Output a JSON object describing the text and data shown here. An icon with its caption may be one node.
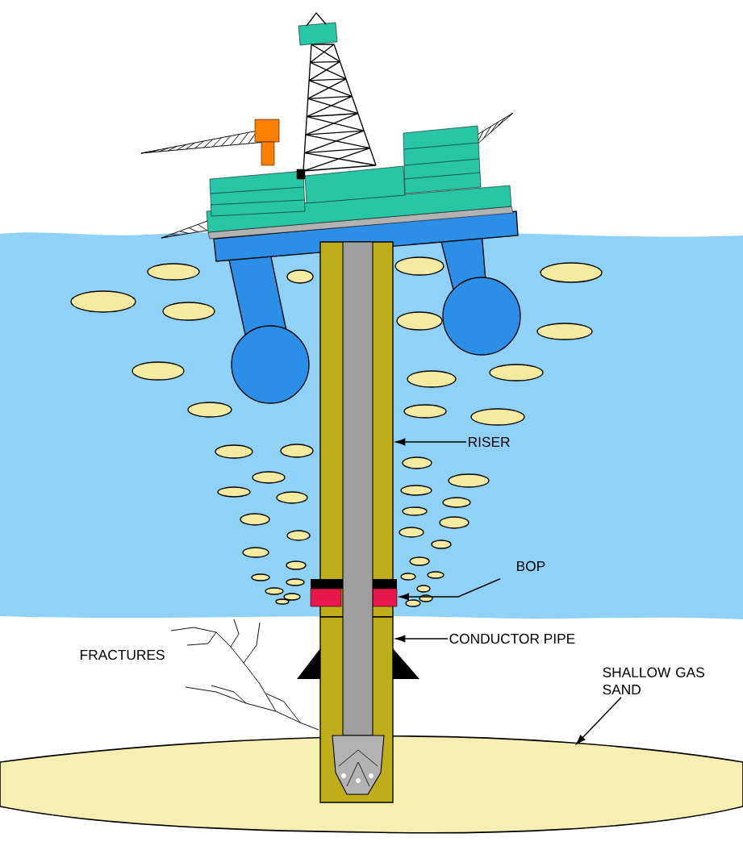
{
  "diagram": {
    "nodes": [
      {
        "text": [
          "RISER"
        ]
      },
      {
        "text": [],
        "shape": "bar"
      },
      {
        "text": [
          "BOP"
        ]
      },
      {
        "text": [],
        "shape": "box"
      },
      {
        "text": [
          "CONDUCTOR PIPE"
        ]
      },
      {
        "text": [],
        "shape": "bar"
      },
      {
        "text": [
          "SHALLOW GAS SAND"
        ]
      },
      {
        "text": [],
        "shape": "band"
      }
    ],
    "edges": [
      {
        "from": 0,
        "to": 1,
        "arrow": "to"
      },
      {
        "from": 2,
        "to": 3,
        "arrow": "to"
      },
      {
        "from": 4,
        "to": 5,
        "arrow": "to"
      },
      {
        "from": 6,
        "to": 7,
        "arrow": "to"
      }
    ],
    "labels": [
      "FRACTURES"
    ]
  }
}
